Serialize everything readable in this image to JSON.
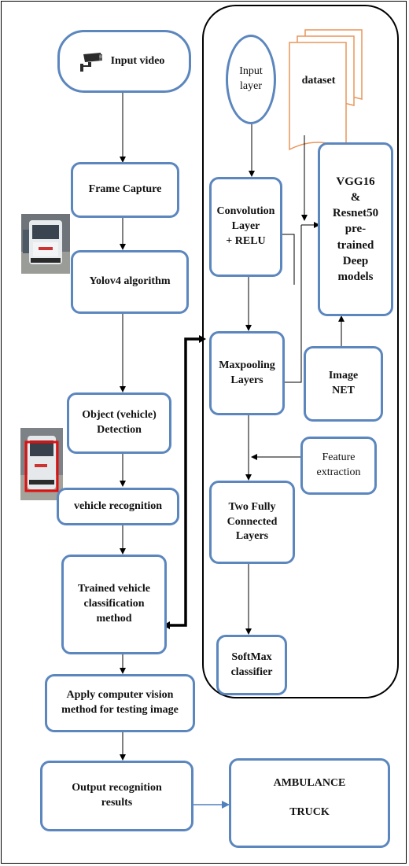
{
  "title": "",
  "nodes": {
    "input_video": "Input video",
    "frame_capture": "Frame Capture",
    "yolov4": "Yolov4 algorithm",
    "object_detection": "Object (vehicle)\nDetection",
    "vehicle_recognition": "vehicle recognition",
    "trained_classification": "Trained vehicle\nclassification\nmethod",
    "apply_cv": "Apply computer vision\nmethod for testing image",
    "output_results": "Output recognition\nresults",
    "output_classes": [
      "AMBULANCE",
      "TRUCK"
    ],
    "input_layer": "Input\nlayer",
    "dataset": "dataset",
    "convolution": "Convolution\nLayer\n+ RELU",
    "pretrained": "VGG16\n&\nResnet50\npre-\ntrained\nDeep\nmodels",
    "maxpooling": "Maxpooling\nLayers",
    "imagenet": "Image\nNET",
    "feature_extraction": "Feature\nextraction",
    "fully_connected": "Two Fully\nConnected\nLayers",
    "softmax": "SoftMax\nclassifier"
  },
  "colors": {
    "box_border": "#5b86be",
    "dataset_border": "#e8955a",
    "connector": "#000000",
    "output_arrow": "#4f81bd",
    "detection_box": "#e01010"
  },
  "icons": [
    "cctv-camera-icon",
    "vehicle-photo",
    "vehicle-detection-photo"
  ]
}
